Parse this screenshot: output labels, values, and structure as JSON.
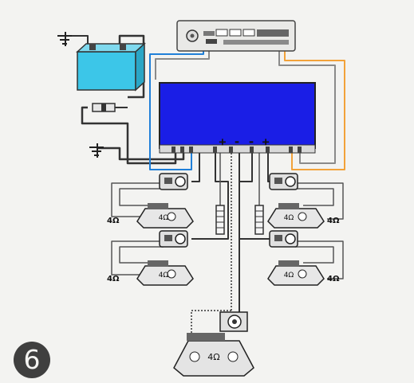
{
  "diagram": {
    "step_number": "6",
    "amplifier_terminals": "+ - - +",
    "speaker_impedance_label": "4Ω",
    "wire_colors": {
      "head_unit_signal": "#1f7fd8",
      "head_unit_remote": "#f2a23a",
      "head_unit_secondary": "#8a8a8a",
      "battery": "#3cc6e8",
      "amplifier": "#1a1ee6",
      "ground_wire": "#2b2b2b"
    },
    "components": [
      {
        "kind": "head-unit",
        "label": ""
      },
      {
        "kind": "battery",
        "label": ""
      },
      {
        "kind": "fuse-holder",
        "label": ""
      },
      {
        "kind": "amplifier",
        "label": ""
      },
      {
        "kind": "crossover",
        "count": 4
      },
      {
        "kind": "speaker",
        "count": 4,
        "impedance": "4Ω"
      },
      {
        "kind": "subwoofer",
        "count": 1,
        "impedance": "4Ω"
      },
      {
        "kind": "ground",
        "count": 2
      }
    ]
  }
}
